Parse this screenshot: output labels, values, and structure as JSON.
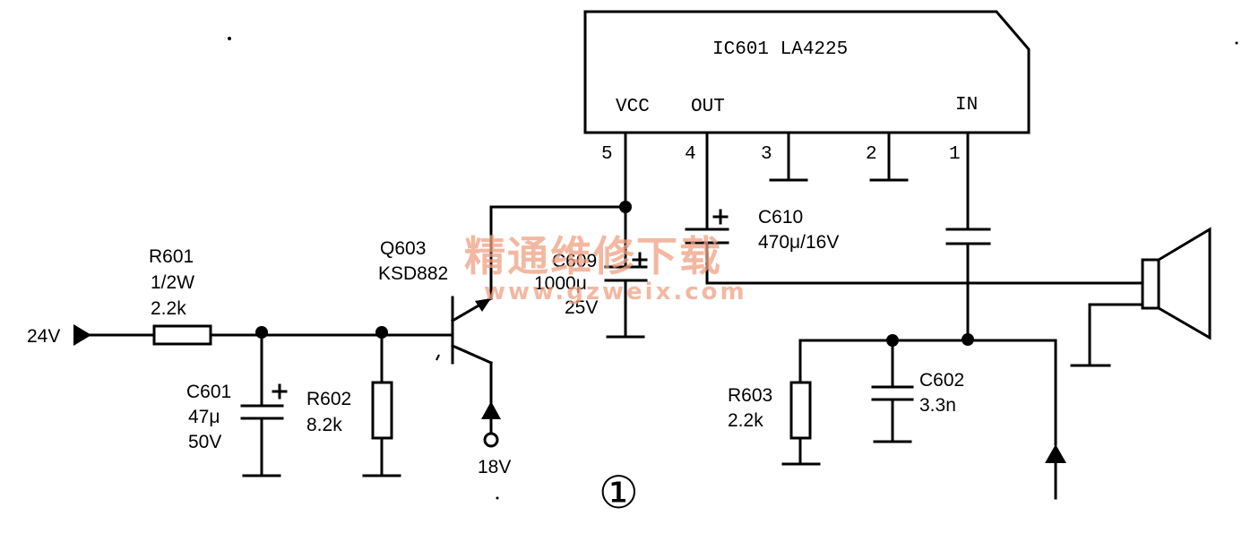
{
  "ic": {
    "label": "IC601   LA4225",
    "pin_vcc": "VCC",
    "pin_out": "OUT",
    "pin_in": "IN",
    "pin5": "5",
    "pin4": "4",
    "pin3": "3",
    "pin2": "2",
    "pin1": "1"
  },
  "input_label": "24V",
  "r601": {
    "name": "R601",
    "power": "1/2W",
    "value": "2.2k"
  },
  "c601": {
    "name": "C601",
    "value": "47μ",
    "voltage": "50V"
  },
  "r602": {
    "name": "R602",
    "value": "8.2k"
  },
  "q603": {
    "name": "Q603",
    "part": "KSD882"
  },
  "out_18v": "18V",
  "c609": {
    "name": "C609",
    "value": "1000μ",
    "voltage": "25V"
  },
  "c610": {
    "name": "C610",
    "value": "470μ/16V"
  },
  "r603": {
    "name": "R603",
    "value": "2.2k"
  },
  "c602": {
    "name": "C602",
    "value": "3.3n"
  },
  "figure_number": "①",
  "watermark": {
    "cn": "精通维修下载",
    "url": "www.gzweix.com"
  },
  "colors": {
    "ink": "#000000",
    "watermark": "#f0a183"
  }
}
